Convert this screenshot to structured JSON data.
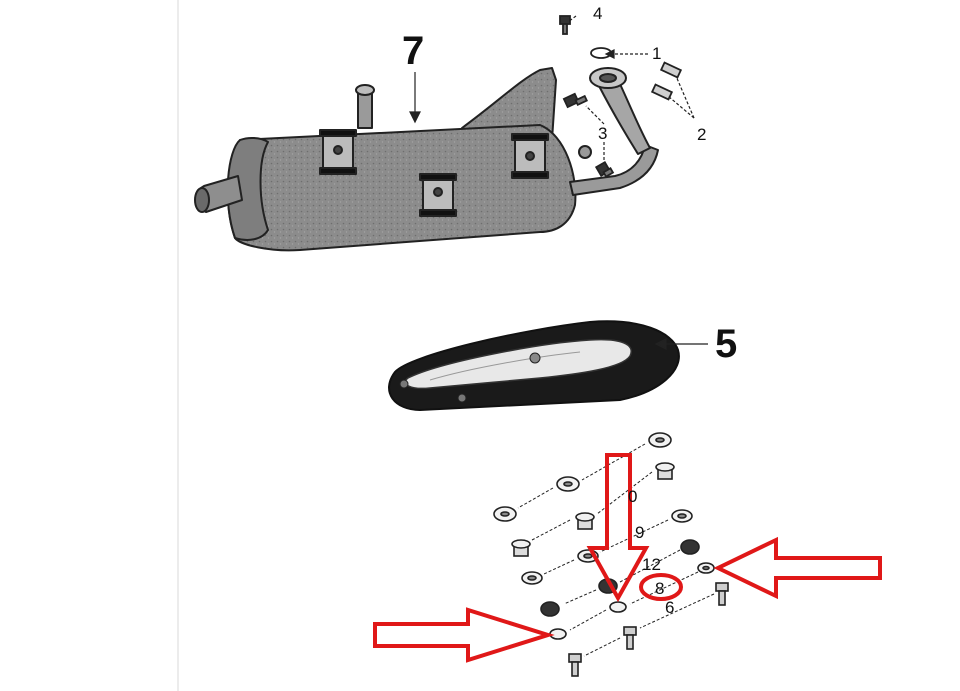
{
  "callouts": {
    "part_1": "1",
    "part_2": "2",
    "part_3": "3",
    "part_4": "4",
    "part_5": "5",
    "part_6": "6",
    "part_7": "7",
    "part_8": "8",
    "part_9": "9",
    "part_10": "0",
    "part_12": "12"
  },
  "colors": {
    "muffler_fill": "#8a8a8a",
    "part_outline": "#222222",
    "heat_shield": "#1a1a1a",
    "annotation_red": "#e01818",
    "divider": "#e6e6e6"
  },
  "icons": {
    "annotation_arrows": "red-outline-arrow-icon",
    "highlight": "red-circle-icon"
  }
}
